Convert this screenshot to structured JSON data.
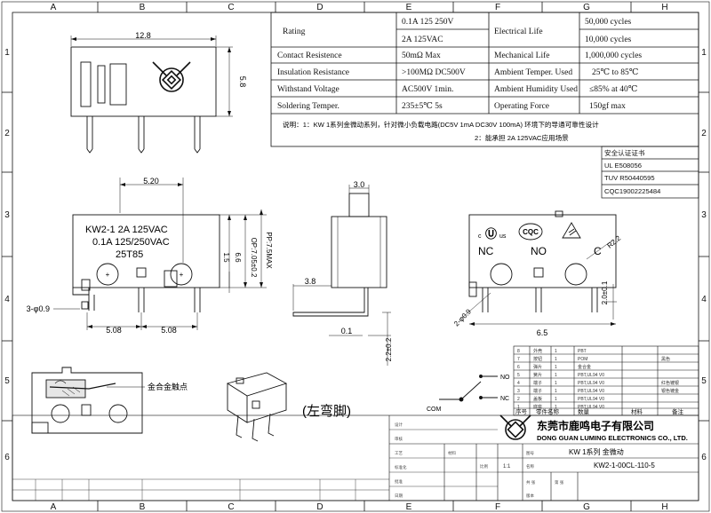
{
  "border": {
    "columns": [
      "A",
      "B",
      "C",
      "D",
      "E",
      "F",
      "G",
      "H"
    ],
    "rows": [
      "1",
      "2",
      "3",
      "4",
      "5",
      "6"
    ]
  },
  "spec_table": {
    "rows": [
      [
        "Rating",
        "0.1A  125 250V",
        "2A  125VAC",
        "Electrical Life",
        "50,000 cycles",
        "10,000 cycles"
      ],
      [
        "Contact Resistence",
        "50mΩ  Max",
        "Mechanical Life",
        "1,000,000 cycles"
      ],
      [
        "Insulation Resistance",
        ">100MΩ  DC500V",
        "Ambient Temper. Used",
        "25℃ to 85℃"
      ],
      [
        "Withstand Voltage",
        "AC500V  1min.",
        "Ambient Humidity Used",
        "≤85% at 40℃"
      ],
      [
        "Soldering Temper.",
        "235±5℃ 5s",
        "Operating Force",
        "150gf max"
      ]
    ],
    "note_line1": "说明：1：KW 1系列金微动系列，针对微小负载电路(DC5V 1mA DC30V 100mA)  环境下的导通可靠性设计",
    "note_line2": "2：能承担 2A 125VAC应用场景"
  },
  "certifications": {
    "title": "安全认证证书",
    "items": [
      "UL E508056",
      "TUV R50440595",
      "CQC19002225484"
    ]
  },
  "dimensions": {
    "top_width": "12.8",
    "top_height": "5.8",
    "pin_pitch_top": "5.20",
    "mount_hole": "3-φ0.9",
    "pitch_left": "5.08",
    "pitch_right": "5.08",
    "h_op": "OP:7.05±0.2",
    "h_pp": "PP:7.5MAX",
    "h_body": "6.6",
    "h_15": "1.5",
    "side_width": "3.0",
    "side_38": "3.8",
    "side_01": "0.1",
    "side_22": "2.2±0.2",
    "back_r22": "R2.2",
    "back_hole": "2-φ0.9",
    "back_20": "2.0±0.1",
    "back_65": "6.5"
  },
  "body_print": {
    "line1": "KW2-1  2A 125VAC",
    "line2": "0.1A 125/250VAC",
    "line3": "25T85"
  },
  "back_labels": {
    "nc": "NC",
    "no": "NO",
    "c": "C",
    "cert_c": "c",
    "cert_us": "us",
    "cqc": "CQC"
  },
  "callouts": {
    "gold_contact": "金合金触点",
    "left_bent": "(左弯脚)",
    "sch_no": "NO",
    "sch_nc": "NC",
    "sch_com": "COM"
  },
  "bom": {
    "rows": [
      [
        "8",
        "外壳",
        "PBT",
        ""
      ],
      [
        "7",
        "按钮",
        "POM",
        "黑色"
      ],
      [
        "6",
        "弹片",
        "金合金",
        ""
      ],
      [
        "5",
        "簧片",
        "PBT,UL94 V0",
        ""
      ],
      [
        "4",
        "端子",
        "PBT,UL94 V0",
        "红色镀银"
      ],
      [
        "3",
        "端子",
        "PBT,UL94 V0",
        "银色镀金"
      ],
      [
        "2",
        "盖板",
        "PBT,UL94 V0",
        ""
      ],
      [
        "1",
        "底座",
        "PBT,UL94 V0",
        ""
      ]
    ],
    "header": [
      "序号",
      "零件名称",
      "数量",
      "材料",
      "备注"
    ]
  },
  "title_block": {
    "company_cn": "东莞市鹿鸣电子有限公司",
    "company_en": "DONG GUAN LUMING ELECTRONICS CO., LTD.",
    "product": "KW 1系列 金微动",
    "part_no": "KW2-1-00CL-110-5",
    "scale": "1:1",
    "labels": [
      "设计",
      "审核",
      "工艺",
      "标准化",
      "批准",
      "日期",
      "材料",
      "图号",
      "名称",
      "比例",
      "共 张",
      "第 张",
      "版本"
    ]
  }
}
